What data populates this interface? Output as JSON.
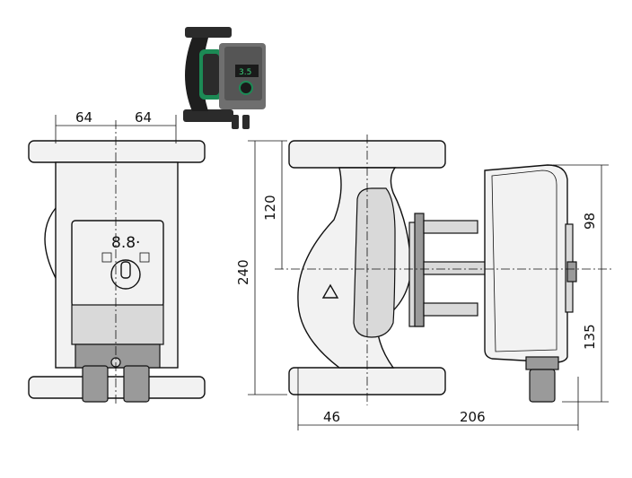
{
  "dimensions": {
    "front_left_half": "64",
    "front_right_half": "64",
    "side_total_height": "240",
    "side_upper_height": "120",
    "side_bottom_left": "46",
    "side_bottom_right": "206",
    "right_upper": "98",
    "right_lower": "135"
  },
  "display": {
    "front_reading": "8.8·",
    "photo_reading": "3.5"
  },
  "colors": {
    "accent_green": "#1c8a55",
    "motor_dark": "#2b2b2b",
    "housing_gray": "#6f6f6f"
  },
  "icons": [
    "warning-triangle-icon",
    "control-knob-icon"
  ]
}
